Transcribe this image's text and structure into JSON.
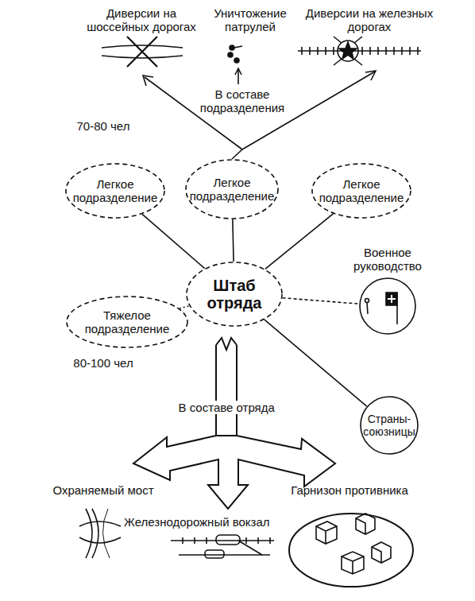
{
  "diagram": {
    "nodes": [
      {
        "text": [
          "Легкое подразделение"
        ]
      },
      {
        "text": [
          "Легкое подразделение"
        ]
      },
      {
        "text": [
          "Легкое подразделение"
        ]
      },
      {
        "text": [
          "Военное руководство"
        ]
      },
      {
        "text": [
          "Штаб отряда"
        ]
      },
      {
        "text": [
          "Тяжелое подразделение"
        ]
      },
      {
        "text": [
          "Страны-союзницы"
        ]
      }
    ],
    "edges": [
      {
        "from": 0,
        "to": 4,
        "arrow": "none"
      },
      {
        "from": 1,
        "to": 4,
        "arrow": "none"
      },
      {
        "from": 2,
        "to": 4,
        "arrow": "none"
      },
      {
        "from": 5,
        "to": 4,
        "arrow": "none"
      },
      {
        "from": 4,
        "to": 3,
        "arrow": "none"
      },
      {
        "from": 4,
        "to": 6,
        "arrow": "none"
      }
    ],
    "labels": [
      "Диверсии на шоссейных дорогах",
      "Уничтожение патрулей",
      "Диверсии на железных дорогах",
      "В составе подразделения",
      "70-80 чел",
      "80-100 чел",
      "В составе отряда",
      "Охраняемый мост",
      "Железнодорожный вокзал",
      "Гарнизон противника"
    ]
  }
}
